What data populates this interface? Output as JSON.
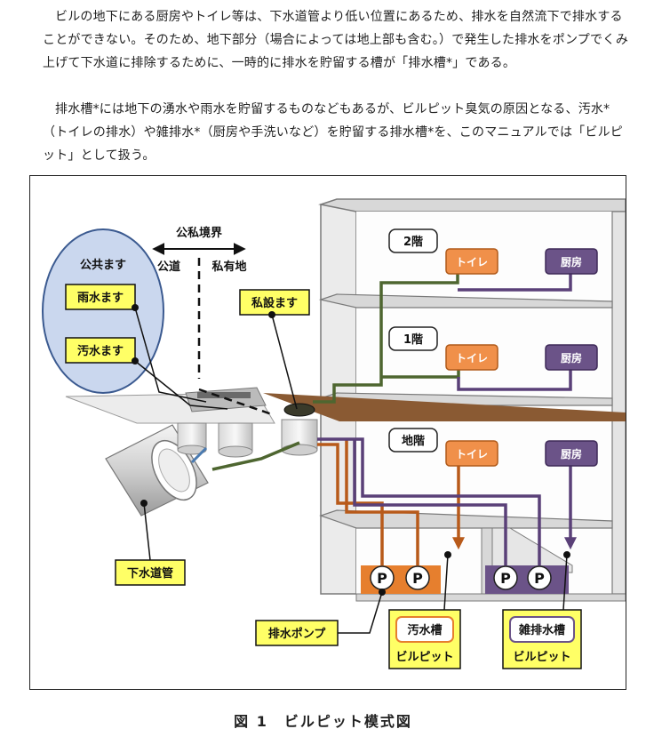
{
  "intro": {
    "paragraph1": "ビルの地下にある厨房やトイレ等は、下水道管より低い位置にあるため、排水を自然流下で排水することができない。そのため、地下部分（場合によっては地上部も含む。）で発生した排水をポンプでくみ上げて下水道に排除するために、一時的に排水を貯留する槽が「排水槽*」である。",
    "paragraph2": "排水槽*には地下の湧水や雨水を貯留するものなどもあるが、ビルピット臭気の原因となる、汚水*（トイレの排水）や雑排水*（厨房や手洗いなど）を貯留する排水槽*を、このマニュアルでは「ビルピット」として扱う。"
  },
  "figure": {
    "boundary_title": "公私境界",
    "public_road": "公道",
    "private_land": "私有地",
    "public_masu": "公共ます",
    "rainwater_masu": "雨水ます",
    "sewage_masu": "汚水ます",
    "private_masu": "私設ます",
    "sewer_pipe": "下水道管",
    "floors": {
      "second": "2階",
      "first": "1階",
      "basement": "地階"
    },
    "toilet": "トイレ",
    "kitchen": "厨房",
    "pump_symbol": "P",
    "drain_pump": "排水ポンプ",
    "sewage_tank": "汚水槽",
    "gray_water_tank": "雑排水槽",
    "building_pit": "ビルピット",
    "colors": {
      "toilet_pipe": "#b85a1a",
      "kitchen_pipe": "#5a4078",
      "upper_drain": "#4e6630",
      "ground": "#8a5a33",
      "label_yellow": "#ffff66",
      "toilet_box": "#f0904a",
      "kitchen_box": "#6b5388",
      "public_masu_circle": "#cad7ee"
    }
  },
  "caption": "図 1　ビルピット模式図"
}
